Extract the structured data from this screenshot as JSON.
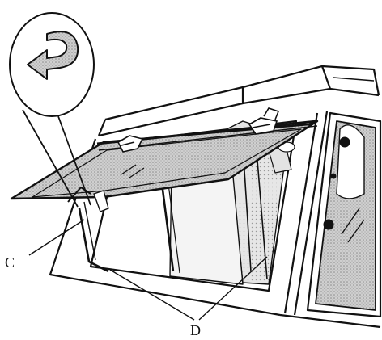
{
  "diagram": {
    "callouts": [
      {
        "id": "C",
        "text": "C"
      },
      {
        "id": "D",
        "text": "D"
      }
    ],
    "inset_icon": "rotate-arrow-icon",
    "colors": {
      "ink": "#111111",
      "glass_shade": "#bdbdbd",
      "cab_shade": "#d9d9d9",
      "background": "#ffffff"
    }
  }
}
